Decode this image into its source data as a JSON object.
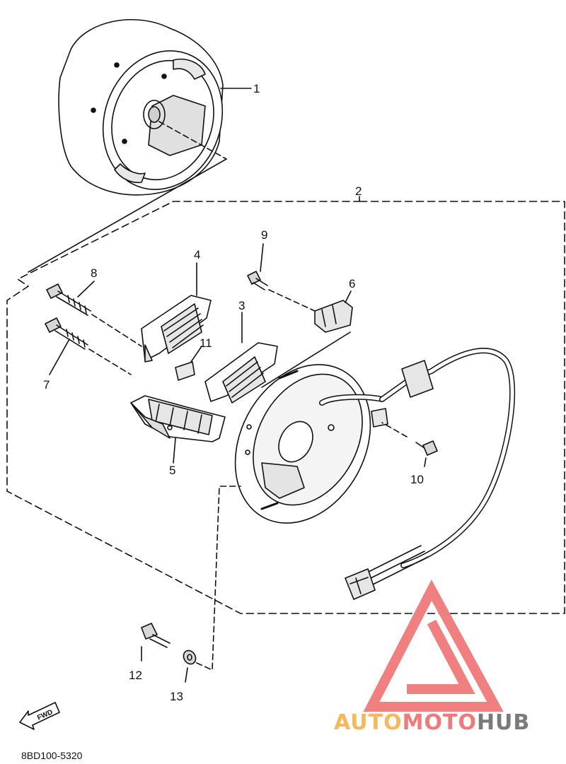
{
  "diagram": {
    "callouts": [
      {
        "id": "1",
        "label": "1"
      },
      {
        "id": "2",
        "label": "2"
      },
      {
        "id": "3",
        "label": "3"
      },
      {
        "id": "4",
        "label": "4"
      },
      {
        "id": "5",
        "label": "5"
      },
      {
        "id": "6",
        "label": "6"
      },
      {
        "id": "7",
        "label": "7"
      },
      {
        "id": "8",
        "label": "8"
      },
      {
        "id": "9",
        "label": "9"
      },
      {
        "id": "10",
        "label": "10"
      },
      {
        "id": "11",
        "label": "11"
      },
      {
        "id": "12",
        "label": "12"
      },
      {
        "id": "13",
        "label": "13"
      }
    ],
    "direction_label": "FWD",
    "diagram_code": "8BD100-5320"
  },
  "watermark": {
    "part1": "AUTO",
    "part2": "MOTO",
    "part3": "HUB",
    "colors": {
      "auto": "#f5b85a",
      "moto": "#f07a7a",
      "hub": "#7a7a7a",
      "logo": "#f08080"
    }
  }
}
